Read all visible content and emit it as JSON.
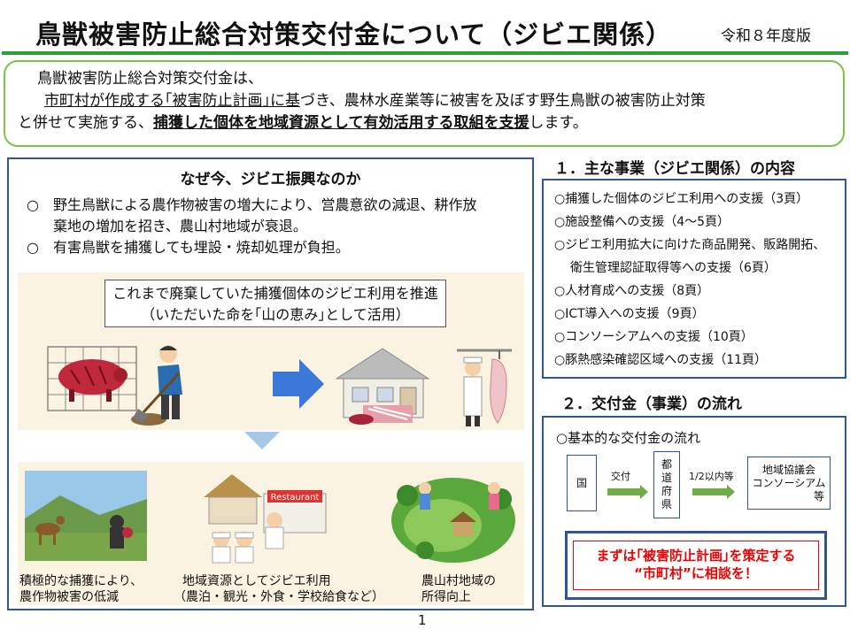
{
  "header": {
    "title": "鳥獣被害防止総合対策交付金について（ジビエ関係）",
    "edition": "令和８年度版"
  },
  "summary": {
    "line1": "鳥獣被害防止総合対策交付金は、",
    "line2_u": "市町村が作成する｢被害防止計画｣に基",
    "line2_rest": "づき、農林水産業等に被害を及ぼす野生鳥獣の被害防止対策",
    "line3_a": "と併せて実施する、",
    "line3_b": "捕獲した個体を地域資源として有効活用する取組を支援",
    "line3_c": "します。"
  },
  "why": {
    "title": "なぜ今、ジビエ振興なのか",
    "mark": "○",
    "bullet1_a": "野生鳥獣による農作物被害の増大により、営農意欲の減退、耕作放",
    "bullet1_b": "棄地の増加を招き、農山村地域が衰退。",
    "bullet2": "有害鳥獣を捕獲しても埋設・焼却処理が負担。",
    "promo_line1": "これまで廃棄していた捕獲個体のジビエ利用を推進",
    "promo_line2": "（いただいた命を｢山の恵み｣として活用）",
    "restaurant_sign": "Restaurant",
    "cap1_a": "積極的な捕獲により、",
    "cap1_b": "農作物被害の低減",
    "cap2_a": "地域資源としてジビエ利用",
    "cap2_b": "（農泊・観光・外食・学校給食など）",
    "cap3_a": "農山村地域の",
    "cap3_b": "所得向上"
  },
  "main_business": {
    "heading": "１．主な事業（ジビエ関係）の内容",
    "items": [
      "○捕獲した個体のジビエ利用への支援（3頁）",
      "○施設整備への支援（4～5頁）",
      "○ジビエ利用拡大に向けた商品開発、販路開拓、",
      "衛生管理認証取得等への支援（6頁）",
      "○人材育成への支援（8頁）",
      "○ICT導入への支援（9頁）",
      "○コンソーシアムへの支援（10頁）",
      "○豚熱感染確認区域への支援（11頁）"
    ]
  },
  "flow": {
    "heading": "２．交付金（事業）の流れ",
    "sub": "○基本的な交付金の流れ",
    "node1": "国",
    "arrow1": "交付",
    "node2": "都\n道\n府\n県",
    "arrow2": "1/2以内等",
    "node3_a": "地域協議会",
    "node3_b": "コンソーシアム",
    "node3_c": "等",
    "consult_line1": "まずは｢被害防止計画｣を策定する",
    "consult_line2": "“市町村”に相談を！"
  },
  "page_number": "1",
  "colors": {
    "accent_green": "#2e9e3b",
    "frame_blue": "#2f5597",
    "alert_red": "#e00000",
    "panel_beige": "#fbf3e1",
    "arrow_blue": "#3b78d8"
  }
}
